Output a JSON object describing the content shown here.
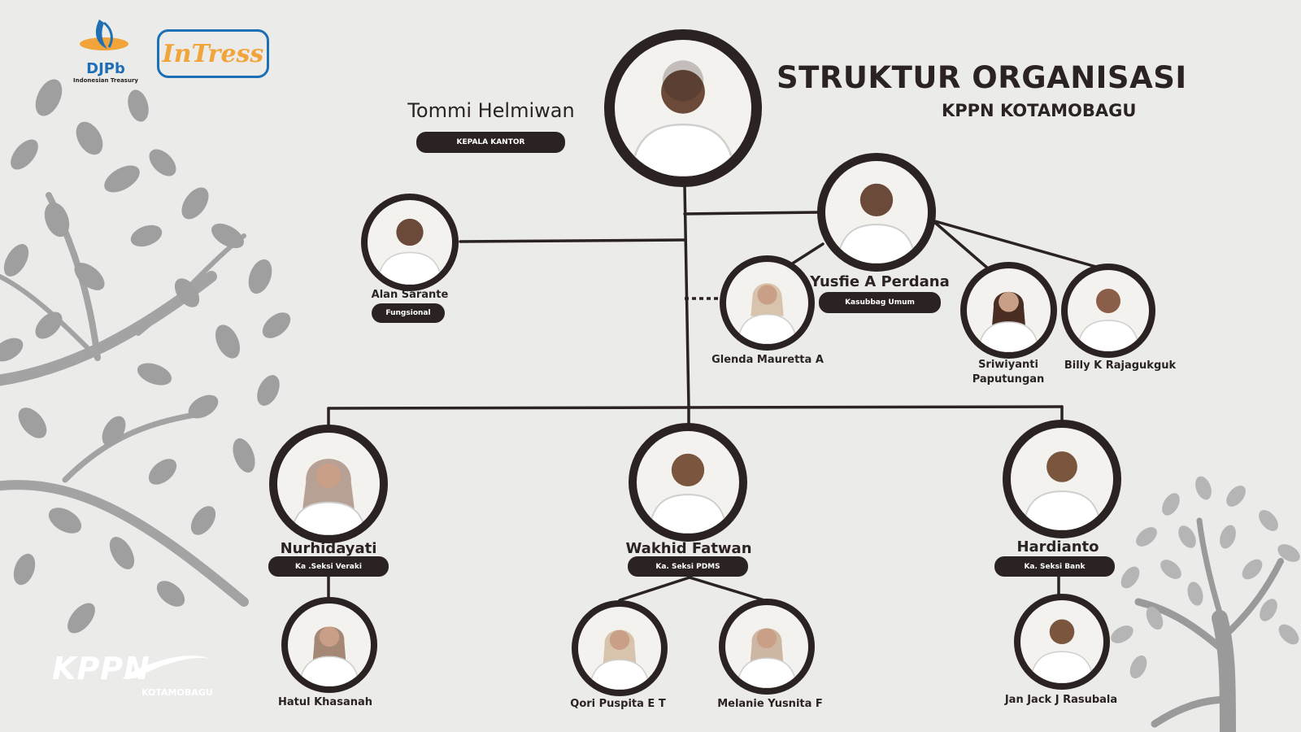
{
  "header": {
    "title": "STRUKTUR ORGANISASI",
    "subtitle": "KPPN KOTAMOBAGU"
  },
  "logos": {
    "djpb": "DJPb",
    "djpb_tagline": "Indonesian Treasury",
    "intress": "InTress",
    "kppn": "KPPN",
    "kppn_sub": "KOTAMOBAGU"
  },
  "people": {
    "head": {
      "name": "Tommi Helmiwan",
      "role": "KEPALA KANTOR"
    },
    "alan": {
      "name": "Alan Sarante",
      "role": "Fungsional"
    },
    "yusfie": {
      "name": "Yusfie A Perdana",
      "role": "Kasubbag Umum"
    },
    "glenda": {
      "name": "Glenda Mauretta A"
    },
    "sriwiyanti": {
      "name_line1": "Sriwiyanti",
      "name_line2": "Paputungan"
    },
    "billy": {
      "name": "Billy K Rajagukguk"
    },
    "nurhidayati": {
      "name": "Nurhidayati",
      "role": "Ka .Seksi Veraki"
    },
    "wakhid": {
      "name": "Wakhid Fatwan",
      "role": "Ka. Seksi PDMS"
    },
    "hardianto": {
      "name": "Hardianto",
      "role": "Ka. Seksi Bank"
    },
    "hatul": {
      "name": "Hatul Khasanah"
    },
    "qori": {
      "name": "Qori Puspita E T"
    },
    "melanie": {
      "name": "Melanie Yusnita F"
    },
    "jan": {
      "name": "Jan Jack J Rasubala"
    }
  },
  "colors": {
    "dark": "#2b2322",
    "background": "#ebebea",
    "tree": "#9a9a9a",
    "djpb_blue": "#1f6fb5",
    "intress_orange": "#f0a43a"
  }
}
